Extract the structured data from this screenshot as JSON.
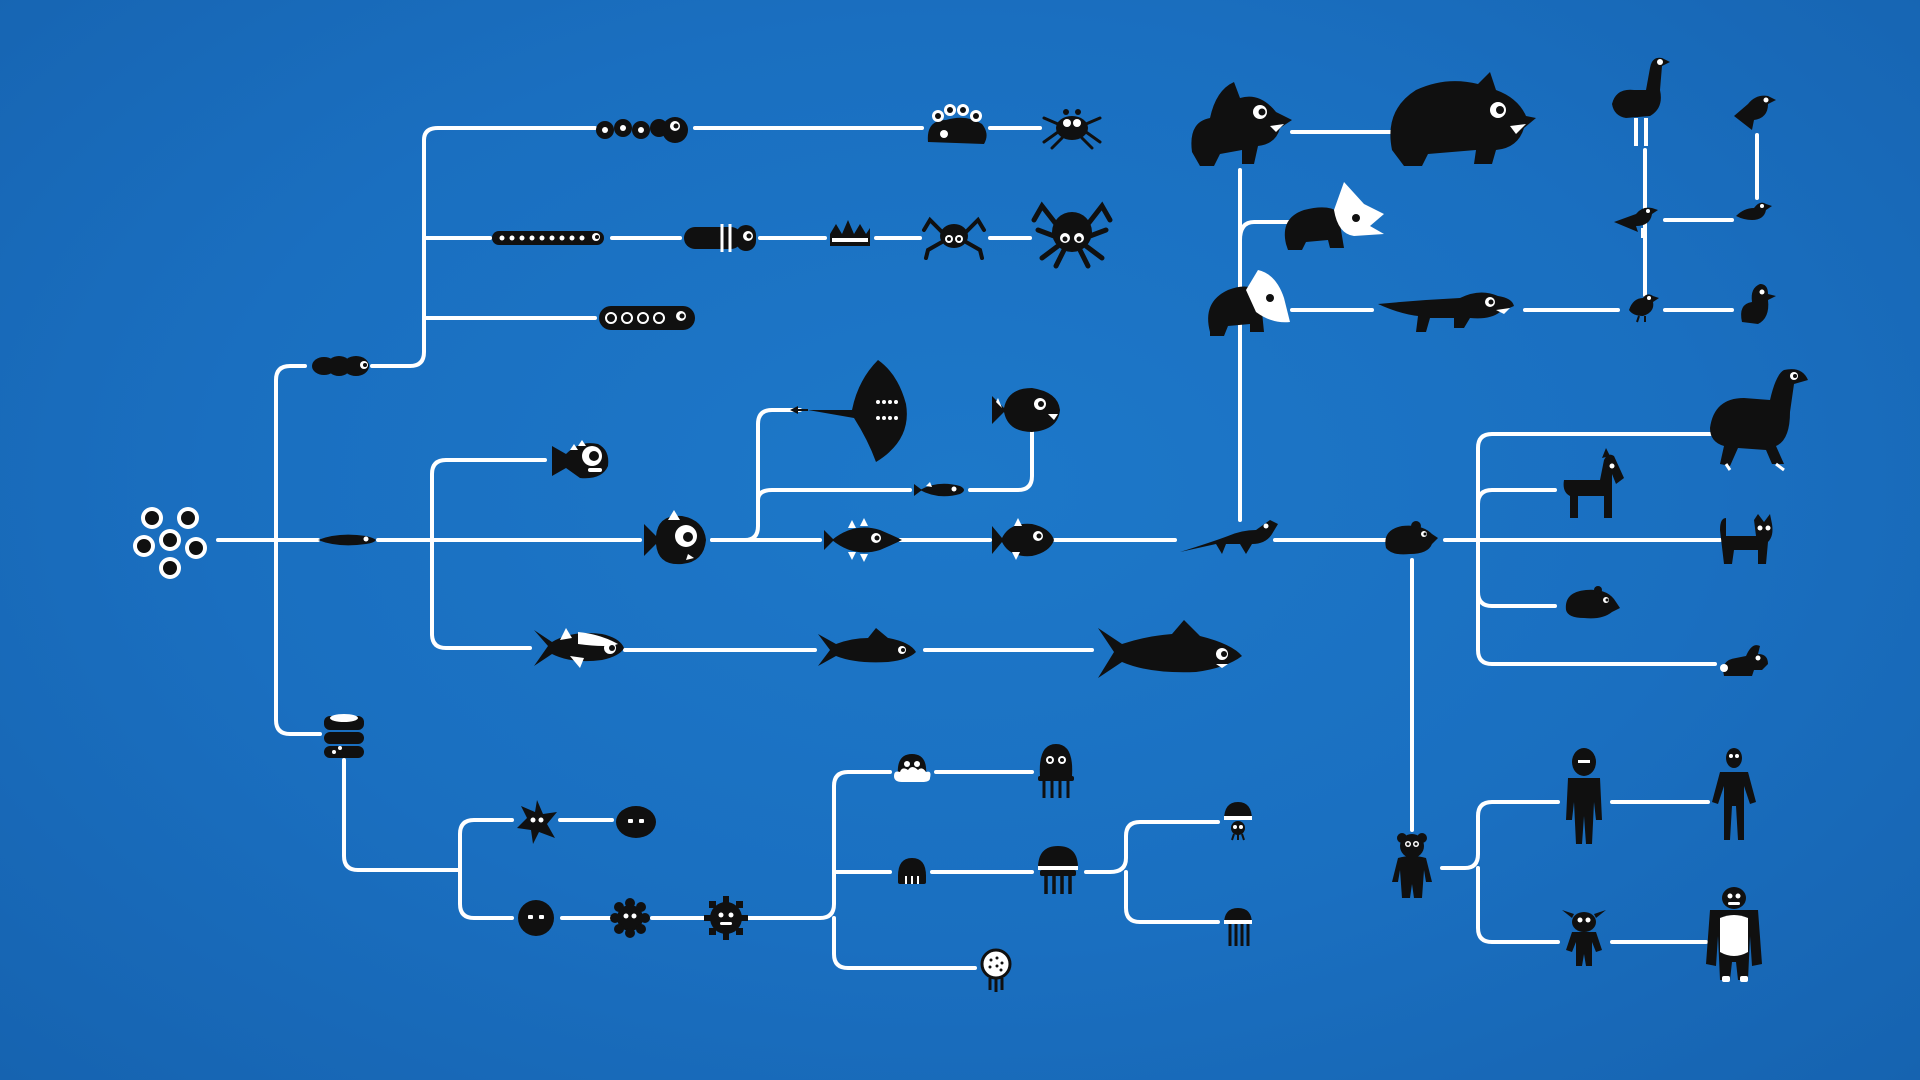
{
  "diagram": {
    "background_color": "#1a6fc0",
    "line_color": "#ffffff",
    "creature_color": "#101010",
    "nodes": [
      {
        "id": "origin",
        "icon": "cell-cluster-icon"
      },
      {
        "id": "worm",
        "icon": "segmented-worm-icon"
      },
      {
        "id": "bead-worm",
        "icon": "bead-worm-icon"
      },
      {
        "id": "eyed-blob",
        "icon": "multi-eyed-blob-icon"
      },
      {
        "id": "crab",
        "icon": "crab-icon"
      },
      {
        "id": "centipede",
        "icon": "centipede-icon"
      },
      {
        "id": "larva",
        "icon": "larva-icon"
      },
      {
        "id": "crown-creature",
        "icon": "crown-creature-icon"
      },
      {
        "id": "spider-small",
        "icon": "spider-icon"
      },
      {
        "id": "spider-large",
        "icon": "large-spider-icon"
      },
      {
        "id": "dotted-worm",
        "icon": "dotted-worm-icon"
      },
      {
        "id": "eel",
        "icon": "eel-icon"
      },
      {
        "id": "skull-fish",
        "icon": "skull-fish-icon"
      },
      {
        "id": "round-fish",
        "icon": "round-fish-icon"
      },
      {
        "id": "manta-ray",
        "icon": "manta-ray-icon"
      },
      {
        "id": "small-fish",
        "icon": "small-fish-icon"
      },
      {
        "id": "piranha",
        "icon": "piranha-icon"
      },
      {
        "id": "spiny-fish",
        "icon": "spiny-fish-icon"
      },
      {
        "id": "reef-fish",
        "icon": "reef-fish-icon"
      },
      {
        "id": "tuna",
        "icon": "tuna-icon"
      },
      {
        "id": "small-shark",
        "icon": "small-shark-icon"
      },
      {
        "id": "big-shark",
        "icon": "great-shark-icon"
      },
      {
        "id": "lizard",
        "icon": "lizard-icon"
      },
      {
        "id": "triceratops",
        "icon": "triceratops-icon"
      },
      {
        "id": "big-triceratops",
        "icon": "large-triceratops-icon"
      },
      {
        "id": "frilled-dino",
        "icon": "frilled-dinosaur-icon"
      },
      {
        "id": "shield-dino",
        "icon": "shield-dinosaur-icon"
      },
      {
        "id": "crocodile",
        "icon": "crocodile-icon"
      },
      {
        "id": "chick",
        "icon": "chick-icon"
      },
      {
        "id": "duck",
        "icon": "duck-icon"
      },
      {
        "id": "bird-mid-left",
        "icon": "bird-icon"
      },
      {
        "id": "bird-mid-right",
        "icon": "bird-icon"
      },
      {
        "id": "bird-top-right",
        "icon": "bird-icon"
      },
      {
        "id": "ostrich",
        "icon": "ostrich-icon"
      },
      {
        "id": "rodent",
        "icon": "rodent-icon"
      },
      {
        "id": "llama",
        "icon": "llama-icon"
      },
      {
        "id": "horse",
        "icon": "horse-icon"
      },
      {
        "id": "cat",
        "icon": "cat-icon"
      },
      {
        "id": "hamster",
        "icon": "hamster-icon"
      },
      {
        "id": "rabbit",
        "icon": "rabbit-icon"
      },
      {
        "id": "monkey",
        "icon": "monkey-icon"
      },
      {
        "id": "caveman",
        "icon": "early-human-icon"
      },
      {
        "id": "human",
        "icon": "human-icon"
      },
      {
        "id": "imp",
        "icon": "imp-icon"
      },
      {
        "id": "gorilla",
        "icon": "gorilla-icon"
      },
      {
        "id": "sponge",
        "icon": "sponge-icon"
      },
      {
        "id": "starfish",
        "icon": "starfish-icon"
      },
      {
        "id": "blob",
        "icon": "blob-icon"
      },
      {
        "id": "round-cell",
        "icon": "round-cell-icon"
      },
      {
        "id": "sun-cell",
        "icon": "spiky-cell-icon"
      },
      {
        "id": "gear-cell",
        "icon": "gear-cell-icon"
      },
      {
        "id": "cloud-jelly",
        "icon": "cloud-jelly-icon"
      },
      {
        "id": "octo-jelly",
        "icon": "octopus-jelly-icon"
      },
      {
        "id": "small-jelly",
        "icon": "small-jellyfish-icon"
      },
      {
        "id": "large-jelly",
        "icon": "jellyfish-icon"
      },
      {
        "id": "tiny-jelly-top",
        "icon": "tiny-jellyfish-icon"
      },
      {
        "id": "tiny-jelly-bottom",
        "icon": "tiny-jellyfish-icon"
      },
      {
        "id": "polyp",
        "icon": "polyp-icon"
      }
    ]
  }
}
